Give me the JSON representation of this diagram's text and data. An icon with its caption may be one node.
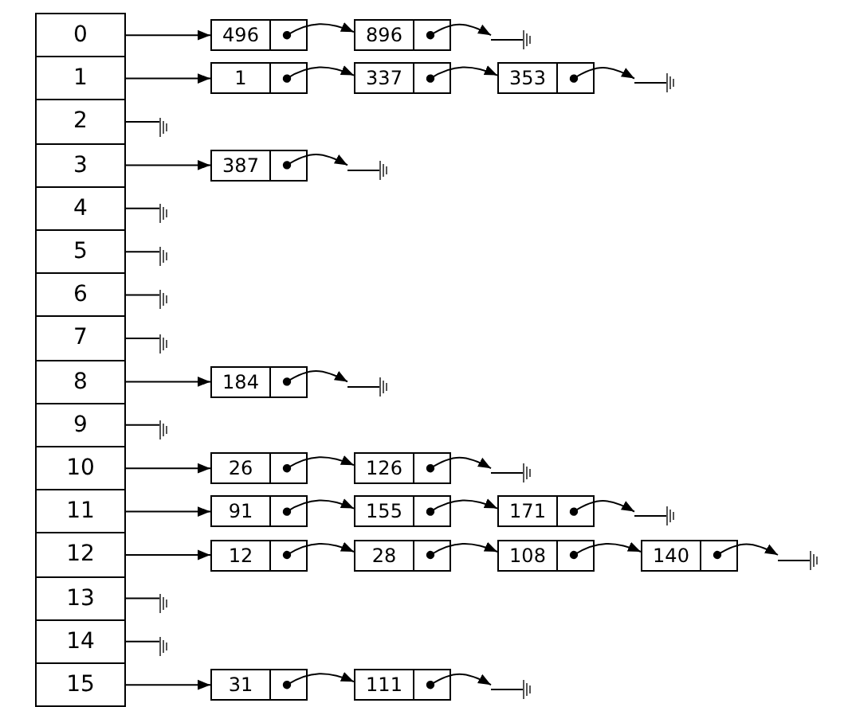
{
  "diagram": {
    "nodes": [
      {
        "text": [
          "0"
        ]
      },
      {
        "text": [
          "1"
        ]
      },
      {
        "text": [
          "2"
        ]
      },
      {
        "text": [
          "3"
        ]
      },
      {
        "text": [
          "4"
        ]
      },
      {
        "text": [
          "5"
        ]
      },
      {
        "text": [
          "6"
        ]
      },
      {
        "text": [
          "7"
        ]
      },
      {
        "text": [
          "8"
        ]
      },
      {
        "text": [
          "9"
        ]
      },
      {
        "text": [
          "10"
        ]
      },
      {
        "text": [
          "11"
        ]
      },
      {
        "text": [
          "12"
        ]
      },
      {
        "text": [
          "13"
        ]
      },
      {
        "text": [
          "14"
        ]
      },
      {
        "text": [
          "15"
        ]
      },
      {
        "text": [
          "496"
        ]
      },
      {
        "text": [
          "896"
        ]
      },
      {
        "text": [
          "1"
        ]
      },
      {
        "text": [
          "337"
        ]
      },
      {
        "text": [
          "353"
        ]
      },
      {
        "text": [
          "387"
        ]
      },
      {
        "text": [
          "184"
        ]
      },
      {
        "text": [
          "26"
        ]
      },
      {
        "text": [
          "126"
        ]
      },
      {
        "text": [
          "91"
        ]
      },
      {
        "text": [
          "155"
        ]
      },
      {
        "text": [
          "171"
        ]
      },
      {
        "text": [
          "12"
        ]
      },
      {
        "text": [
          "28"
        ]
      },
      {
        "text": [
          "108"
        ]
      },
      {
        "text": [
          "140"
        ]
      },
      {
        "text": [
          "31"
        ]
      },
      {
        "text": [
          "111"
        ]
      },
      {
        "text": [],
        "shape": "ground"
      },
      {
        "text": [],
        "shape": "ground"
      },
      {
        "text": [],
        "shape": "ground"
      },
      {
        "text": [],
        "shape": "ground"
      },
      {
        "text": [],
        "shape": "ground"
      },
      {
        "text": [],
        "shape": "ground"
      },
      {
        "text": [],
        "shape": "ground"
      },
      {
        "text": [],
        "shape": "ground"
      },
      {
        "text": [],
        "shape": "ground"
      },
      {
        "text": [],
        "shape": "ground"
      },
      {
        "text": [],
        "shape": "ground"
      },
      {
        "text": [],
        "shape": "ground"
      },
      {
        "text": [],
        "shape": "ground"
      },
      {
        "text": [],
        "shape": "ground"
      },
      {
        "text": [],
        "shape": "ground"
      },
      {
        "text": [],
        "shape": "ground"
      }
    ],
    "edges": [
      {
        "from": 0,
        "to": 16,
        "arrow": "to"
      },
      {
        "from": 16,
        "to": 17,
        "arrow": "to"
      },
      {
        "from": 17,
        "to": 34,
        "arrow": "to"
      },
      {
        "from": 1,
        "to": 18,
        "arrow": "to"
      },
      {
        "from": 18,
        "to": 19,
        "arrow": "to"
      },
      {
        "from": 19,
        "to": 20,
        "arrow": "to"
      },
      {
        "from": 20,
        "to": 35,
        "arrow": "to"
      },
      {
        "from": 2,
        "to": 36,
        "arrow": "none"
      },
      {
        "from": 3,
        "to": 21,
        "arrow": "to"
      },
      {
        "from": 21,
        "to": 37,
        "arrow": "to"
      },
      {
        "from": 4,
        "to": 38,
        "arrow": "none"
      },
      {
        "from": 5,
        "to": 39,
        "arrow": "none"
      },
      {
        "from": 6,
        "to": 40,
        "arrow": "none"
      },
      {
        "from": 7,
        "to": 41,
        "arrow": "none"
      },
      {
        "from": 8,
        "to": 22,
        "arrow": "to"
      },
      {
        "from": 22,
        "to": 42,
        "arrow": "to"
      },
      {
        "from": 9,
        "to": 43,
        "arrow": "none"
      },
      {
        "from": 10,
        "to": 23,
        "arrow": "to"
      },
      {
        "from": 23,
        "to": 24,
        "arrow": "to"
      },
      {
        "from": 24,
        "to": 44,
        "arrow": "to"
      },
      {
        "from": 11,
        "to": 25,
        "arrow": "to"
      },
      {
        "from": 25,
        "to": 26,
        "arrow": "to"
      },
      {
        "from": 26,
        "to": 27,
        "arrow": "to"
      },
      {
        "from": 27,
        "to": 45,
        "arrow": "to"
      },
      {
        "from": 12,
        "to": 28,
        "arrow": "to"
      },
      {
        "from": 28,
        "to": 29,
        "arrow": "to"
      },
      {
        "from": 29,
        "to": 30,
        "arrow": "to"
      },
      {
        "from": 30,
        "to": 31,
        "arrow": "to"
      },
      {
        "from": 31,
        "to": 46,
        "arrow": "to"
      },
      {
        "from": 13,
        "to": 47,
        "arrow": "none"
      },
      {
        "from": 14,
        "to": 48,
        "arrow": "none"
      },
      {
        "from": 15,
        "to": 32,
        "arrow": "to"
      },
      {
        "from": 32,
        "to": 33,
        "arrow": "to"
      },
      {
        "from": 33,
        "to": 49,
        "arrow": "to"
      }
    ]
  }
}
